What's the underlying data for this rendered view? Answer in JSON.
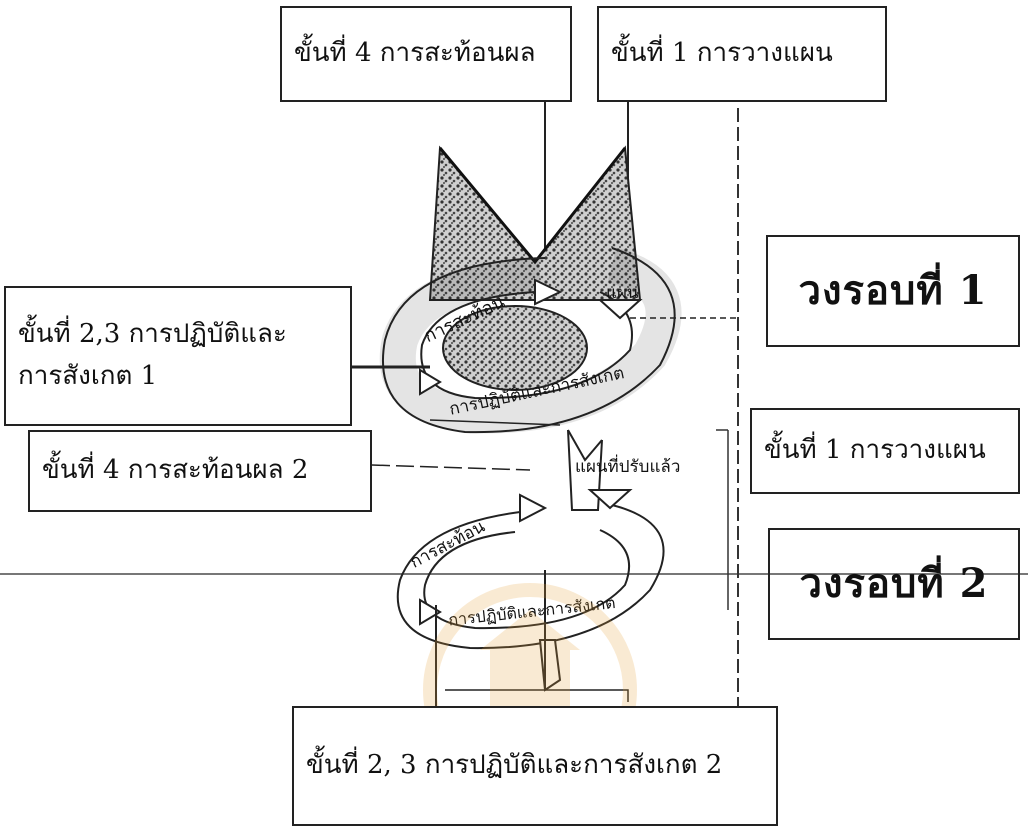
{
  "diagram": {
    "top_step4": "ขั้นที่ 4 การสะท้อนผล",
    "top_step1": "ขั้นที่  1  การวางแผน",
    "left_step23_line1": "ขั้นที่ 2,3  การปฏิบัติและ",
    "left_step23_line2": "การสังเกต 1",
    "left_step4": "ขั้นที่  4  การสะท้อนผล 2",
    "round1": "วงรอบที่  1",
    "right_step1": "ขั้นที่  1  การวางแผน",
    "round2": "วงรอบที่  2",
    "bottom_step23": "ขั้นที่  2, 3  การปฏิบัติและการสังเกต 2"
  },
  "spiral_labels": {
    "reflect_1": "การสะท้อน",
    "plan_1": "แผน",
    "act_observe_1": "การปฏิบัติและการสังเกต",
    "revised_plan": "แผนที่ปรับแล้ว",
    "reflect_2": "การสะท้อน",
    "act_observe_2": "การปฏิบัติและการสังเกต"
  },
  "colors": {
    "ink": "#222222",
    "texture": "#555555",
    "watermark": "#e8a33a"
  }
}
